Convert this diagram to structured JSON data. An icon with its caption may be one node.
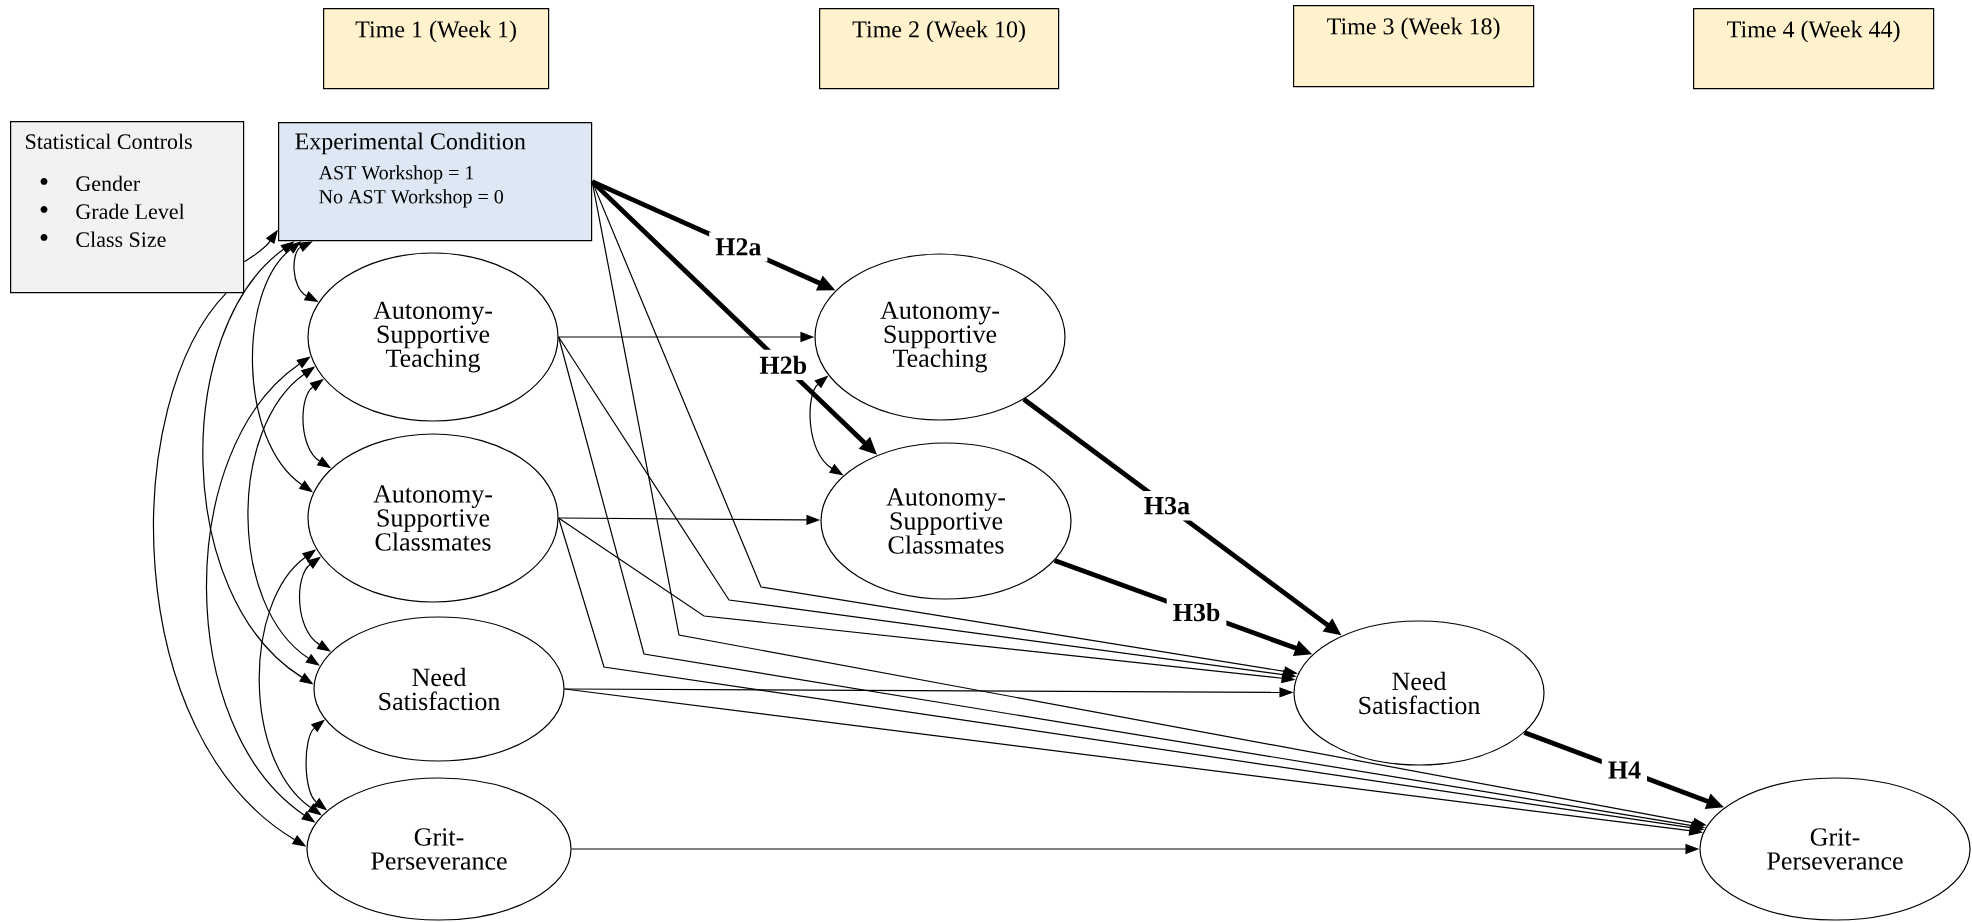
{
  "diagram": {
    "nodes": [
      {
        "text": [
          "Time 1 (Week 1)"
        ]
      },
      {
        "text": [
          "Time 2 (Week 10)"
        ]
      },
      {
        "text": [
          "Time 3 (Week 18)"
        ]
      },
      {
        "text": [
          "Time 4 (Week 44)"
        ]
      },
      {
        "text": [
          "Statistical Controls",
          "Gender",
          "Grade Level",
          "Class Size"
        ]
      },
      {
        "text": [
          "Experimental Condition",
          "AST Workshop = 1",
          "No AST Workshop = 0"
        ]
      },
      {
        "text": [
          "Autonomy- Supportive Teaching"
        ]
      },
      {
        "text": [
          "Autonomy- Supportive Classmates"
        ]
      },
      {
        "text": [
          "Need Satisfaction"
        ]
      },
      {
        "text": [
          "Grit- Perseverance"
        ]
      },
      {
        "text": [
          "Autonomy- Supportive Teaching"
        ]
      },
      {
        "text": [
          "Autonomy- Supportive Classmates"
        ]
      },
      {
        "text": [
          "Need Satisfaction"
        ]
      },
      {
        "text": [
          "Grit- Perseverance"
        ]
      }
    ],
    "edges": [
      {
        "from": 4,
        "to": 5,
        "arrow": "to"
      },
      {
        "from": 4,
        "to": 9,
        "arrow": "to"
      },
      {
        "from": 5,
        "to": 6,
        "arrow": "both"
      },
      {
        "from": 5,
        "to": 7,
        "arrow": "both"
      },
      {
        "from": 5,
        "to": 8,
        "arrow": "both"
      },
      {
        "from": 6,
        "to": 7,
        "arrow": "both"
      },
      {
        "from": 6,
        "to": 8,
        "arrow": "both"
      },
      {
        "from": 6,
        "to": 9,
        "arrow": "both"
      },
      {
        "from": 7,
        "to": 8,
        "arrow": "both"
      },
      {
        "from": 7,
        "to": 9,
        "arrow": "both"
      },
      {
        "from": 8,
        "to": 9,
        "arrow": "both"
      },
      {
        "from": 5,
        "to": 10,
        "arrow": "to",
        "label": "H2a",
        "style": "thick"
      },
      {
        "from": 5,
        "to": 11,
        "arrow": "to",
        "label": "H2b",
        "style": "thick"
      },
      {
        "from": 6,
        "to": 10,
        "arrow": "to"
      },
      {
        "from": 7,
        "to": 11,
        "arrow": "to"
      },
      {
        "from": 10,
        "to": 11,
        "arrow": "both"
      },
      {
        "from": 10,
        "to": 12,
        "arrow": "to",
        "label": "H3a",
        "style": "thick"
      },
      {
        "from": 11,
        "to": 12,
        "arrow": "to",
        "label": "H3b",
        "style": "thick"
      },
      {
        "from": 5,
        "to": 12,
        "arrow": "to"
      },
      {
        "from": 6,
        "to": 12,
        "arrow": "to"
      },
      {
        "from": 7,
        "to": 12,
        "arrow": "to"
      },
      {
        "from": 8,
        "to": 12,
        "arrow": "to"
      },
      {
        "from": 12,
        "to": 13,
        "arrow": "to",
        "label": "H4",
        "style": "thick"
      },
      {
        "from": 5,
        "to": 13,
        "arrow": "to"
      },
      {
        "from": 6,
        "to": 13,
        "arrow": "to"
      },
      {
        "from": 7,
        "to": 13,
        "arrow": "to"
      },
      {
        "from": 8,
        "to": 13,
        "arrow": "to"
      },
      {
        "from": 9,
        "to": 13,
        "arrow": "to"
      }
    ]
  }
}
